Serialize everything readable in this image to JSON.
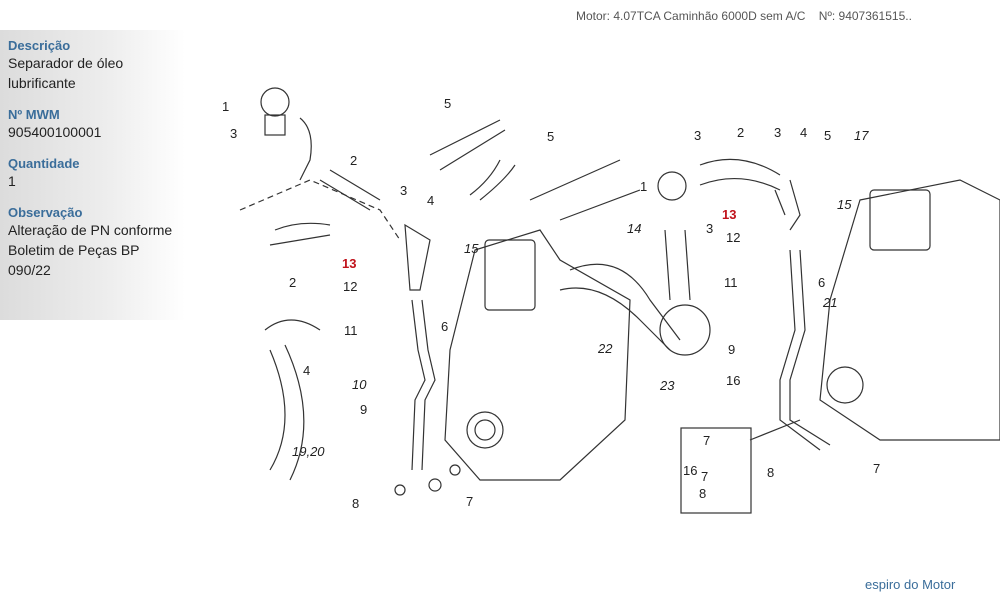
{
  "header": {
    "motor": "Motor: 4.07TCA Caminhão 6000D sem A/C",
    "number": "Nº: 9407361515.."
  },
  "sidebar": {
    "description_label": "Descrição",
    "description": "Separador de óleo lubrificante",
    "mwm_label": "Nº MWM",
    "mwm": "905400100001",
    "quantity_label": "Quantidade",
    "quantity": "1",
    "note_label": "Observação",
    "note": "Alteração de PN conforme Boletim de Peças BP 090/22"
  },
  "callouts": [
    "1",
    "3",
    "5",
    "5",
    "2",
    "3",
    "4",
    "2",
    "13",
    "12",
    "15",
    "11",
    "6",
    "4",
    "10",
    "9",
    "19,20",
    "8",
    "7",
    "22",
    "14",
    "3",
    "23",
    "3",
    "2",
    "3",
    "4",
    "5",
    "17",
    "1",
    "13",
    "12",
    "15",
    "11",
    "6",
    "21",
    "9",
    "16",
    "7",
    "16",
    "7",
    "8",
    "8",
    "7"
  ],
  "highlight_color": "#c0121b",
  "footer": {
    "link": "espiro do Motor"
  }
}
